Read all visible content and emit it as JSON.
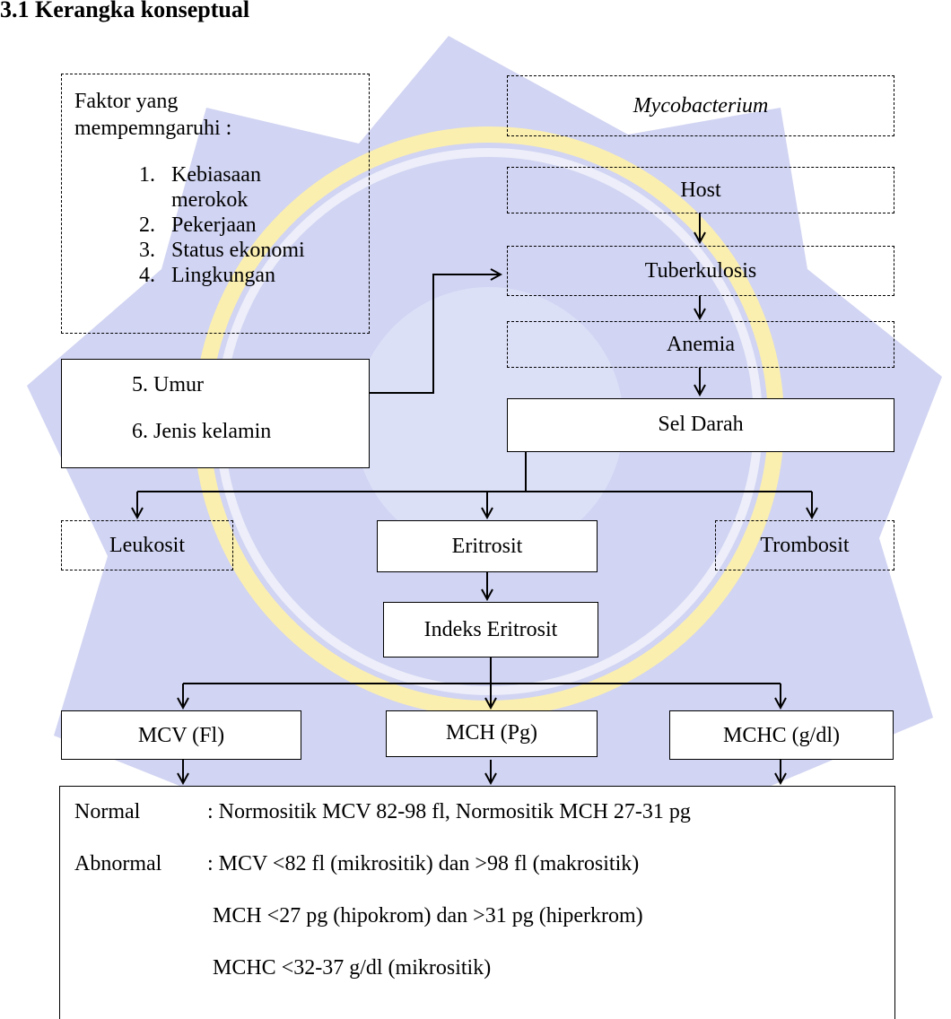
{
  "title": "3.1 Kerangka konseptual",
  "factors_box": {
    "heading_line1": "Faktor yang",
    "heading_line2": "mempemngaruhi :",
    "items": [
      {
        "num": "1.",
        "text": "Kebiasaan",
        "text2": "merokok"
      },
      {
        "num": "2.",
        "text": "Pekerjaan"
      },
      {
        "num": "3.",
        "text": "Status ekonomi"
      },
      {
        "num": "4.",
        "text": "Lingkungan"
      }
    ]
  },
  "examined_box": {
    "item5": "5. Umur",
    "item6": "6. Jenis kelamin"
  },
  "nodes": {
    "mycobacterium": "Mycobacterium",
    "host": "Host",
    "tuberkulosis": "Tuberkulosis",
    "anemia": "Anemia",
    "sel_darah": "Sel Darah",
    "leukosit": "Leukosit",
    "eritrosit": "Eritrosit",
    "trombosit": "Trombosit",
    "indeks_eritrosit": "Indeks Eritrosit",
    "mcv": "MCV (Fl)",
    "mch": "MCH (Pg)",
    "mchc": "MCHC (g/dl)"
  },
  "criteria": {
    "normal_label": "Normal",
    "normal_text": ": Normositik MCV 82-98 fl, Normositik MCH 27-31 pg",
    "abnormal_label": "Abnormal",
    "abnormal_line1": ": MCV <82 fl (mikrositik) dan >98 fl (makrositik)",
    "abnormal_line2": "MCH <27 pg (hipokrom) dan >31 pg (hiperkrom)",
    "abnormal_line3": "MCHC <32-37 g/dl (mikrositik)"
  },
  "colors": {
    "watermark_blue": "#c9cdf0",
    "watermark_yellow": "#fff2a8",
    "line": "#000000"
  }
}
